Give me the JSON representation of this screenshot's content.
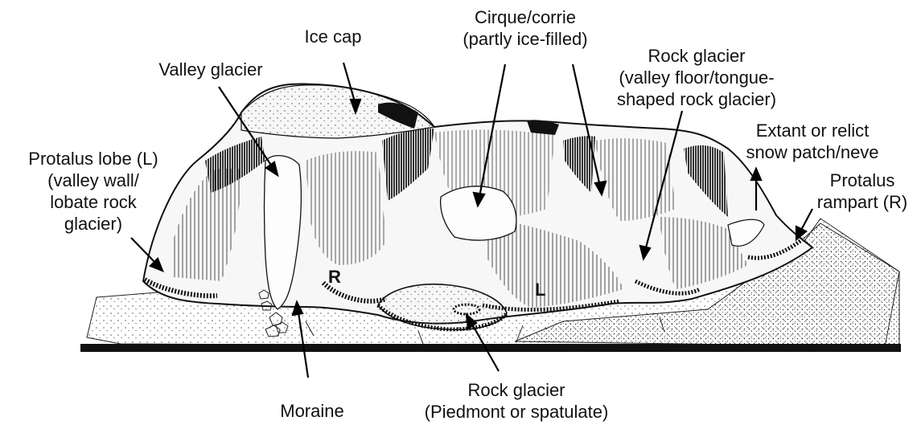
{
  "labels": {
    "ice_cap": "Ice cap",
    "valley_glacier": "Valley glacier",
    "cirque_line1": "Cirque/corrie",
    "cirque_line2": "(partly ice-filled)",
    "rock_glacier_valley_line1": "Rock glacier",
    "rock_glacier_valley_line2": "(valley floor/tongue-",
    "rock_glacier_valley_line3": "shaped rock glacier)",
    "snow_patch_line1": "Extant or relict",
    "snow_patch_line2": "snow patch/neve",
    "protalus_lobe_line1": "Protalus lobe (L)",
    "protalus_lobe_line2": "(valley wall/",
    "protalus_lobe_line3": "lobate rock",
    "protalus_lobe_line4": "glacier)",
    "protalus_rampart_line1": "Protalus",
    "protalus_rampart_line2": "rampart (R)",
    "moraine": "Moraine",
    "rock_glacier_piedmont_line1": "Rock glacier",
    "rock_glacier_piedmont_line2": "(Piedmont or spatulate)"
  },
  "map_letters": {
    "rampart": "R",
    "lobe": "L"
  }
}
